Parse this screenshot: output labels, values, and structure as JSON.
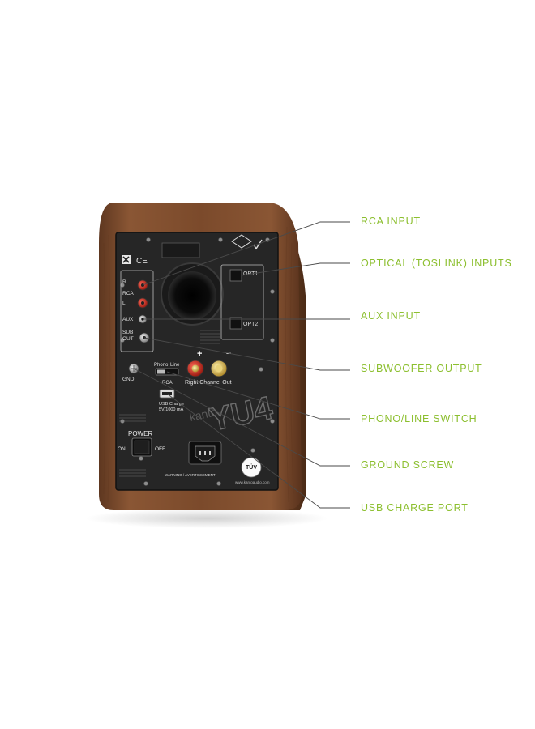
{
  "colors": {
    "accent_green": "#8cbf2f",
    "wood": "#7a4a2c",
    "panel": "#262626"
  },
  "icons": [
    "close-icon",
    "ce-mark-icon",
    "rcm-tick-icon",
    "tuv-badge-icon",
    "power-switch-icon",
    "iec-socket-icon"
  ],
  "callouts": [
    {
      "label": "RCA INPUT"
    },
    {
      "label": "OPTICAL (TOSLINK) INPUTS"
    },
    {
      "label": "AUX INPUT"
    },
    {
      "label": "SUBWOOFER OUTPUT"
    },
    {
      "label": "PHONO/LINE SWITCH"
    },
    {
      "label": "GROUND SCREW"
    },
    {
      "label": "USB CHARGE PORT"
    }
  ],
  "panel": {
    "ce_mark": "CE",
    "jack_r": "R",
    "jack_rca": "RCA",
    "jack_l": "L",
    "jack_aux": "AUX",
    "sub_line1": "SUB",
    "sub_line2": "OUT",
    "gnd": "GND",
    "opt1": "OPT1",
    "opt2": "OPT2",
    "phono": "Phono",
    "line": "Line",
    "rca_under": "RCA",
    "plus": "+",
    "minus": "−",
    "right_channel_out": "Right Channel Out",
    "usb_charge": "USB Charge",
    "usb_spec": "5V/1000 mA",
    "brand": "kanto",
    "model": "YU4",
    "power": "POWER",
    "on": "ON",
    "off": "OFF",
    "warning": "WARNING / AVERTISSEMENT",
    "tuv": "TÜV",
    "website": "www.kantoaudio.com"
  }
}
